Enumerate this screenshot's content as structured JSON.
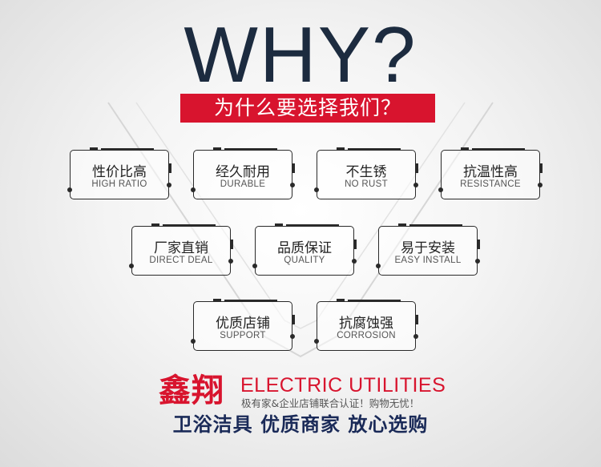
{
  "header": {
    "title": "WHY?",
    "subtitle": "为什么要选择我们？"
  },
  "features": [
    {
      "cn": "性价比高",
      "en": "HIGH RATIO"
    },
    {
      "cn": "经久耐用",
      "en": "DURABLE"
    },
    {
      "cn": "不生锈",
      "en": "NO RUST"
    },
    {
      "cn": "抗温性高",
      "en": "RESISTANCE"
    },
    {
      "cn": "厂家直销",
      "en": "DIRECT DEAL"
    },
    {
      "cn": "品质保证",
      "en": "QUALITY"
    },
    {
      "cn": "易于安装",
      "en": "EASY INSTALL"
    },
    {
      "cn": "优质店铺",
      "en": "SUPPORT"
    },
    {
      "cn": "抗腐蚀强",
      "en": "CORROSION"
    }
  ],
  "footer": {
    "brand_cn": "鑫翔",
    "brand_en": "ELECTRIC UTILITIES",
    "brand_sub": "极有家&企业店铺联合认证！购物无忧！",
    "slogan": "卫浴洁具 优质商家 放心选购"
  },
  "colors": {
    "accent": "#d8142e",
    "title": "#1c2b3f",
    "slogan": "#1a2a58"
  }
}
